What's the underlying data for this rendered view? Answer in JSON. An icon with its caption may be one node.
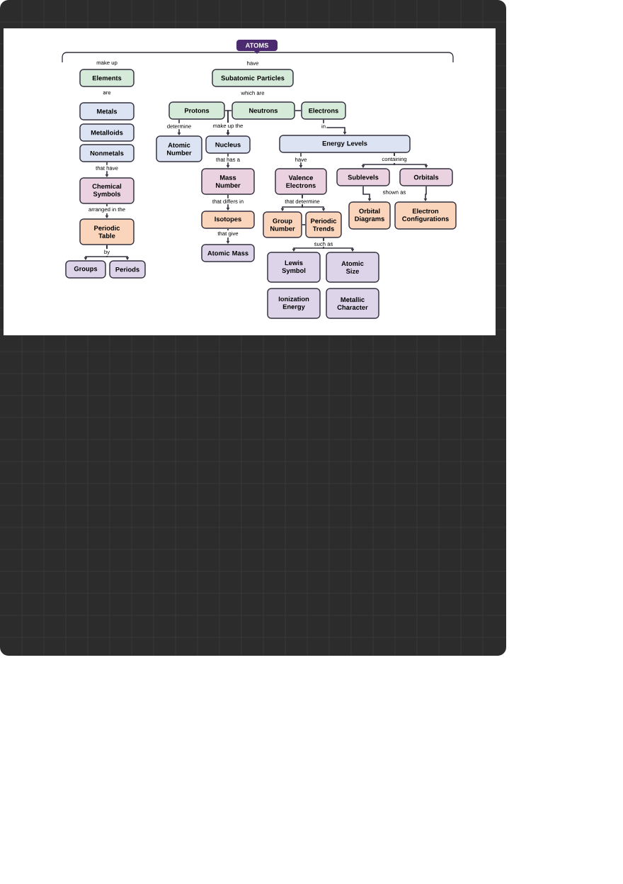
{
  "diagram": {
    "nodes": [
      {
        "text": [
          "ATOMS"
        ]
      },
      {
        "text": [
          "Elements"
        ]
      },
      {
        "text": [
          "Subatomic Particles"
        ]
      },
      {
        "text": [
          "Metals"
        ]
      },
      {
        "text": [
          "Metalloids"
        ]
      },
      {
        "text": [
          "Nonmetals"
        ]
      },
      {
        "text": [
          "Chemical Symbols"
        ]
      },
      {
        "text": [
          "Periodic Table"
        ]
      },
      {
        "text": [
          "Groups"
        ]
      },
      {
        "text": [
          "Periods"
        ]
      },
      {
        "text": [
          "Protons"
        ]
      },
      {
        "text": [
          "Neutrons"
        ]
      },
      {
        "text": [
          "Electrons"
        ]
      },
      {
        "text": [
          "Atomic Number"
        ]
      },
      {
        "text": [
          "Nucleus"
        ]
      },
      {
        "text": [
          "Mass Number"
        ]
      },
      {
        "text": [
          "Isotopes"
        ]
      },
      {
        "text": [
          "Atomic Mass"
        ]
      },
      {
        "text": [
          "Energy Levels"
        ]
      },
      {
        "text": [
          "Valence Electrons"
        ]
      },
      {
        "text": [
          "Sublevels"
        ]
      },
      {
        "text": [
          "Orbitals"
        ]
      },
      {
        "text": [
          "Group Number"
        ]
      },
      {
        "text": [
          "Periodic Trends"
        ]
      },
      {
        "text": [
          "Orbital Diagrams"
        ]
      },
      {
        "text": [
          "Electron Configurations"
        ]
      },
      {
        "text": [
          "Lewis Symbol"
        ]
      },
      {
        "text": [
          "Atomic Size"
        ]
      },
      {
        "text": [
          "Ionization Energy"
        ]
      },
      {
        "text": [
          "Metallic Character"
        ]
      }
    ],
    "edges": [
      {
        "from": 5,
        "to": 6,
        "arrow": "to",
        "label": "that have"
      },
      {
        "from": 6,
        "to": 7,
        "arrow": "to",
        "label": "arranged in the"
      },
      {
        "from": 7,
        "to": 8,
        "arrow": "to",
        "label": "by"
      },
      {
        "from": 7,
        "to": 9,
        "arrow": "to"
      },
      {
        "from": 10,
        "to": 13,
        "arrow": "to",
        "label": "determine"
      },
      {
        "from": 10,
        "to": 14,
        "arrow": "to",
        "label": "make up the"
      },
      {
        "from": 11,
        "to": 14,
        "arrow": "to"
      },
      {
        "from": 11,
        "to": 12,
        "arrow": "none"
      },
      {
        "from": 12,
        "to": 18,
        "arrow": "to",
        "label": "in"
      },
      {
        "from": 14,
        "to": 15,
        "arrow": "to",
        "label": "that has a"
      },
      {
        "from": 15,
        "to": 16,
        "arrow": "to",
        "label": "that differs in"
      },
      {
        "from": 16,
        "to": 17,
        "arrow": "to",
        "label": "that give"
      },
      {
        "from": 18,
        "to": 19,
        "arrow": "to",
        "label": "have"
      },
      {
        "from": 18,
        "to": 20,
        "arrow": "to",
        "label": "containing"
      },
      {
        "from": 18,
        "to": 21,
        "arrow": "to"
      },
      {
        "from": 19,
        "to": 22,
        "arrow": "to",
        "label": "that determine"
      },
      {
        "from": 19,
        "to": 23,
        "arrow": "to"
      },
      {
        "from": 22,
        "to": 23,
        "arrow": "none"
      },
      {
        "from": 20,
        "to": 24,
        "arrow": "to",
        "label": "shown as"
      },
      {
        "from": 21,
        "to": 25,
        "arrow": "to"
      },
      {
        "from": 23,
        "to": 26,
        "arrow": "to",
        "label": "such as"
      },
      {
        "from": 23,
        "to": 27,
        "arrow": "to"
      }
    ],
    "labels": [
      "make up",
      "have",
      "are",
      "which are"
    ]
  }
}
